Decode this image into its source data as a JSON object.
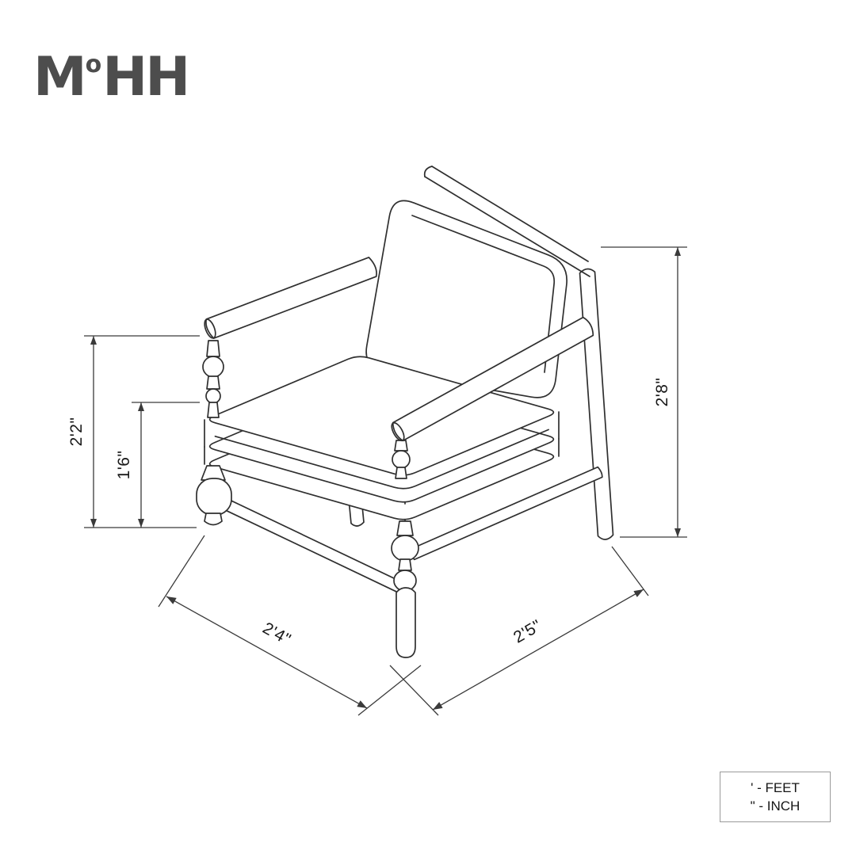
{
  "logo": {
    "part_m": "M",
    "part_o": "o",
    "part_hh": "HH"
  },
  "diagram": {
    "dimensions": {
      "arm_height": "2'2\"",
      "seat_height": "1'6\"",
      "total_height": "2'8\"",
      "depth": "2'4\"",
      "width": "2'5\""
    }
  },
  "legend": {
    "feet": "' - FEET",
    "inch": "\" - INCH"
  },
  "colors": {
    "background": "#ffffff",
    "line": "#2f2f2f",
    "dimension_line": "#3a3a3a",
    "logo": "#4d4d4d",
    "legend_border": "#9a9a9a"
  }
}
